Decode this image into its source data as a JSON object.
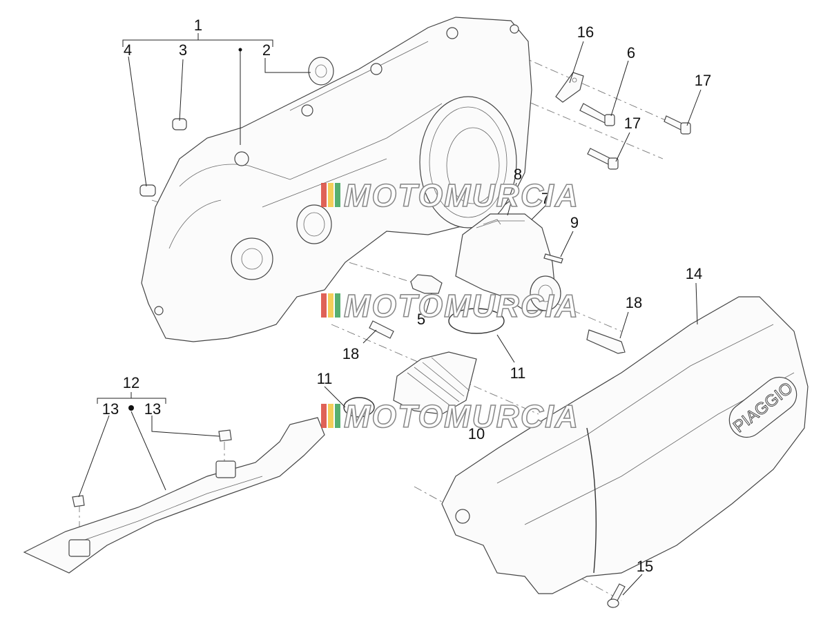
{
  "callouts": {
    "c1": "1",
    "c2": "2",
    "c3": "3",
    "c4": "4",
    "c5": "5",
    "c6": "6",
    "c7": "7",
    "c8": "8",
    "c9": "9",
    "c10": "10",
    "c11a": "11",
    "c11b": "11",
    "c12": "12",
    "c13a": "13",
    "c13b": "13",
    "c14": "14",
    "c15": "15",
    "c16": "16",
    "c17a": "17",
    "c17b": "17",
    "c18a": "18",
    "c18b": "18"
  },
  "watermark": {
    "text": "MOTOMURCIA",
    "stripe_colors": [
      "#d9463a",
      "#f2c53d",
      "#3aa157"
    ]
  },
  "cover_logo": {
    "text": "PIAGGIO"
  }
}
